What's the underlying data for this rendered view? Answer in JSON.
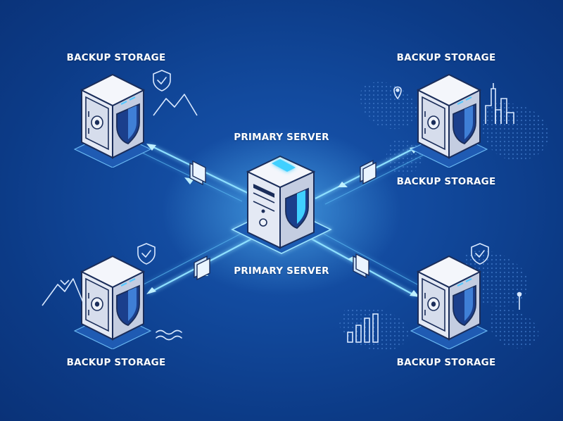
{
  "labels": {
    "primary_top": "PRIMARY SERVER",
    "primary_bottom": "PRIMARY SERVER",
    "backup_top_left": "BACKUP STORAGE",
    "backup_top_right": "BACKUP STORAGE",
    "backup_mid_right": "BACKUP STORAGE",
    "backup_bottom_left": "BACKUP STORAGE",
    "backup_bottom_right": "BACKUP STORAGE"
  },
  "colors": {
    "background": "#124a9e",
    "glow": "#7fd6ff",
    "safe_body": "#e3e9f5",
    "shield": "#1b3f8c"
  },
  "icons": [
    "server-icon",
    "safe-icon",
    "shield-icon",
    "check-shield-icon",
    "folder-icon",
    "mountain-icon",
    "city-icon",
    "wave-icon",
    "bar-chart-icon",
    "map-pin-icon",
    "arrow-icon"
  ]
}
